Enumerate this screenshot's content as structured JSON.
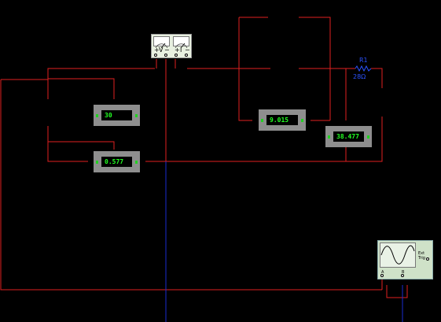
{
  "meters": [
    {
      "id": "m1",
      "value": "30"
    },
    {
      "id": "m2",
      "value": "0.577"
    },
    {
      "id": "m3",
      "value": "9.015"
    },
    {
      "id": "m4",
      "value": "38.477"
    }
  ],
  "resistor": {
    "name": "R1",
    "value": "28Ω"
  },
  "wattmeter": {
    "voltage_label": "V",
    "current_label": "I",
    "plus": "+",
    "minus": "−"
  },
  "oscilloscope": {
    "ext_trig_label": "Ext Trig",
    "channel_a": "A",
    "channel_b": "B"
  },
  "colors": {
    "wire": "#e02020",
    "ground_wire": "#1a2bd0",
    "meter_text": "#22ff22",
    "label": "#2a52ff"
  }
}
